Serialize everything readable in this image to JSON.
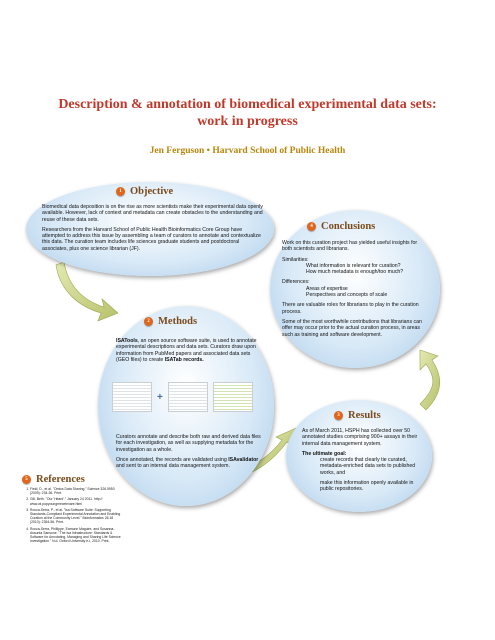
{
  "poster": {
    "title_line1": "Description & annotation of biomedical experimental data sets:",
    "title_line2": "work in progress",
    "author": "Jen Ferguson • Harvard School of Public Health"
  },
  "objective": {
    "number": "1",
    "heading": "Objective",
    "p1": "Biomedical data deposition is on the rise as more scientists make their experimental data openly available. However, lack of context and metadata can create obstacles to the understanding and reuse of these data sets.",
    "p2": "Researchers from the Harvard School of Public Health Bioinformatics Core Group have attempted to address this issue by assembling a team of curators to annotate and contextualize this data. The curation team includes life sciences graduate students and postdoctoral associates, plus one science librarian (JF)."
  },
  "methods": {
    "number": "2",
    "heading": "Methods",
    "p1_bold": "ISATools",
    "p1_rest": ", an open source software suite, is used to annotate experimental descriptions and data sets. Curators draw upon information from PubMed papers and associated data sets (GEO files) to create ",
    "p1_bold2": "ISATab records.",
    "p2": "Curators annotate and describe both raw and derived data files for each investigation, as well as supplying metadata for the investigation as a whole.",
    "p3_a": "Once annotated, the records are validated using ",
    "p3_bold": "ISAvalidator",
    "p3_b": " and sent to an internal data management system."
  },
  "results": {
    "number": "3",
    "heading": "Results",
    "p1": "As of March 2011, HSPH has collected over 50 annotated studies comprising 900+ assays in their internal data management system.",
    "goal_label": "The ultimate goal:",
    "goal1": "create records that clearly tie curated, metadata-enriched data sets to published works, and",
    "goal2": "make this information openly available in public repositories."
  },
  "conclusions": {
    "number": "4",
    "heading": "Conclusions",
    "p1": "Work on this curation project has yielded useful insights for both scientists and librarians.",
    "sim_label": "Similarities:",
    "sim1": "What information is relevant for curation?",
    "sim2": "How much metadata is enough/too much?",
    "diff_label": "Differences:",
    "diff1": "Areas of expertise",
    "diff2": "Perspectives and concepts of scale",
    "p2": "There are valuable roles for librarians to play in the curation process.",
    "p3": "Some of the most worthwhile contributions that librarians can offer may occur prior to the actual curation process, in areas such as training and software development."
  },
  "references": {
    "number": "5",
    "heading": "References",
    "items": [
      "Field, D., et al. \"Omics Data Sharing.\" Science 326.5950 (2009): 234-36. Print.",
      "Gill, Beth. \"Our 'Heard'.\" January 24 2011. http:// www.wi.popyoungmecelevare.html",
      "Rocca-Serra, P., et al. \"Isa Software Suite: Supporting Standards-Compliant Experimental Annotation and Enabling Curation at the Community Level.\" Bioinformatics 26.18 (2010): 2354-56. Print.",
      "Rocca-Serra, Phillippe, Eamonn Maguire, and Susanna-Assunta Sansone. \"The Isa Infrastructure: Standards & Software for Annotating, Managing and Sharing Life Science Investigation.\" N.d. Oxford University e-I, 2010. Print."
    ]
  }
}
